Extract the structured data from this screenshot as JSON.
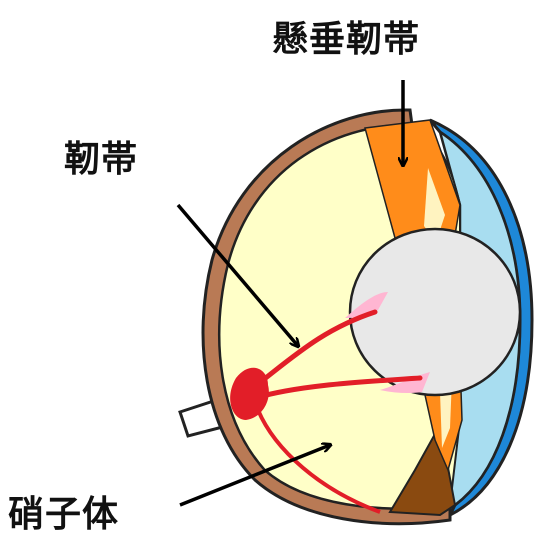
{
  "labels": {
    "suspensory_ligament": "懸垂靭帯",
    "ligament": "靭帯",
    "vitreous_body": "硝子体"
  },
  "colors": {
    "sclera": "#b97a55",
    "vitreous": "#ffffc8",
    "cornea_outer": "#1e88d8",
    "aqueous": "#a8ddf0",
    "lens": "#e8e8e8",
    "zonule_orange": "#ff8c1a",
    "ciliary_brown": "#8a4a10",
    "vessel_red": "#e21e28",
    "pink_fiber": "#ffb6d2",
    "optic_nerve": "#ffffff",
    "arrow": "#000000"
  }
}
